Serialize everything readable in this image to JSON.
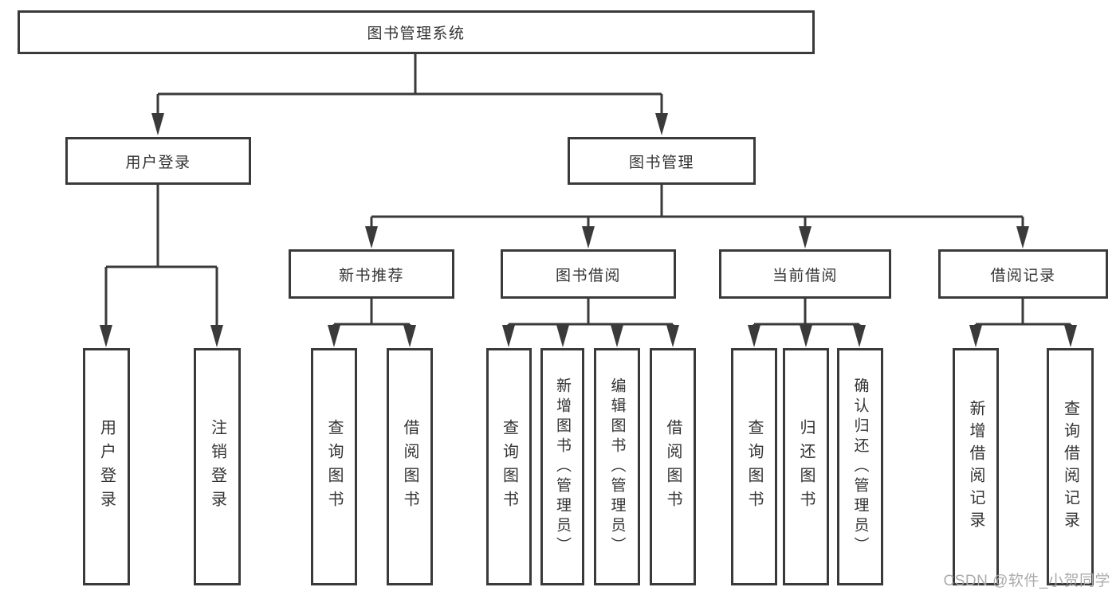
{
  "colors": {
    "line": "#3a3a3a",
    "text": "#333333",
    "box_fill": "#ffffff",
    "watermark": "#a8a8a8"
  },
  "watermark": {
    "text": "CSDN @软件_小贺同学"
  },
  "tree": {
    "root": {
      "label": "图书管理系统"
    },
    "children": [
      {
        "label": "用户登录",
        "children": [
          {
            "label": "用户登录"
          },
          {
            "label": "注销登录"
          }
        ]
      },
      {
        "label": "图书管理",
        "children": [
          {
            "label": "新书推荐",
            "children": [
              {
                "label": "查询图书"
              },
              {
                "label": "借阅图书"
              }
            ]
          },
          {
            "label": "图书借阅",
            "children": [
              {
                "label": "查询图书"
              },
              {
                "label": "新增图书（管理员）"
              },
              {
                "label": "编辑图书（管理员）"
              },
              {
                "label": "借阅图书"
              }
            ]
          },
          {
            "label": "当前借阅",
            "children": [
              {
                "label": "查询图书"
              },
              {
                "label": "归还图书"
              },
              {
                "label": "确认归还（管理员）"
              }
            ]
          },
          {
            "label": "借阅记录",
            "children": [
              {
                "label": "新增借阅记录"
              },
              {
                "label": "查询借阅记录"
              }
            ]
          }
        ]
      }
    ]
  }
}
